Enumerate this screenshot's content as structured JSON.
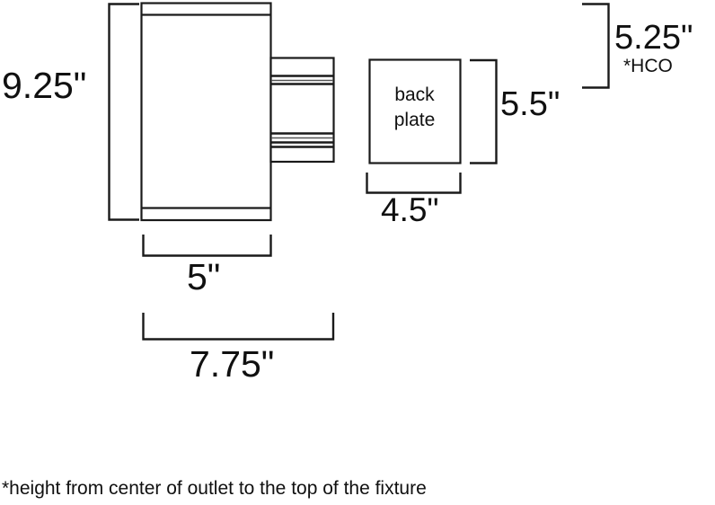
{
  "document": {
    "type": "dimension-drawing",
    "subject": "outdoor wall sconce cylinder fixture",
    "units": "inches"
  },
  "dimensions": {
    "height_overall": "9.25\"",
    "width_body": "5\"",
    "depth_overall": "7.75\"",
    "backplate_width": "4.5\"",
    "backplate_height": "5.5\"",
    "mounting_height": "5.25\"",
    "mounting_note": "*HCO"
  },
  "labels": {
    "back_plate_line1": "back",
    "back_plate_line2": "plate"
  },
  "footnote": {
    "text": "*height from center of outlet to the top of the fixture"
  },
  "colors": {
    "line": "#1a1a1a",
    "text": "#101010",
    "background": "#ffffff"
  }
}
